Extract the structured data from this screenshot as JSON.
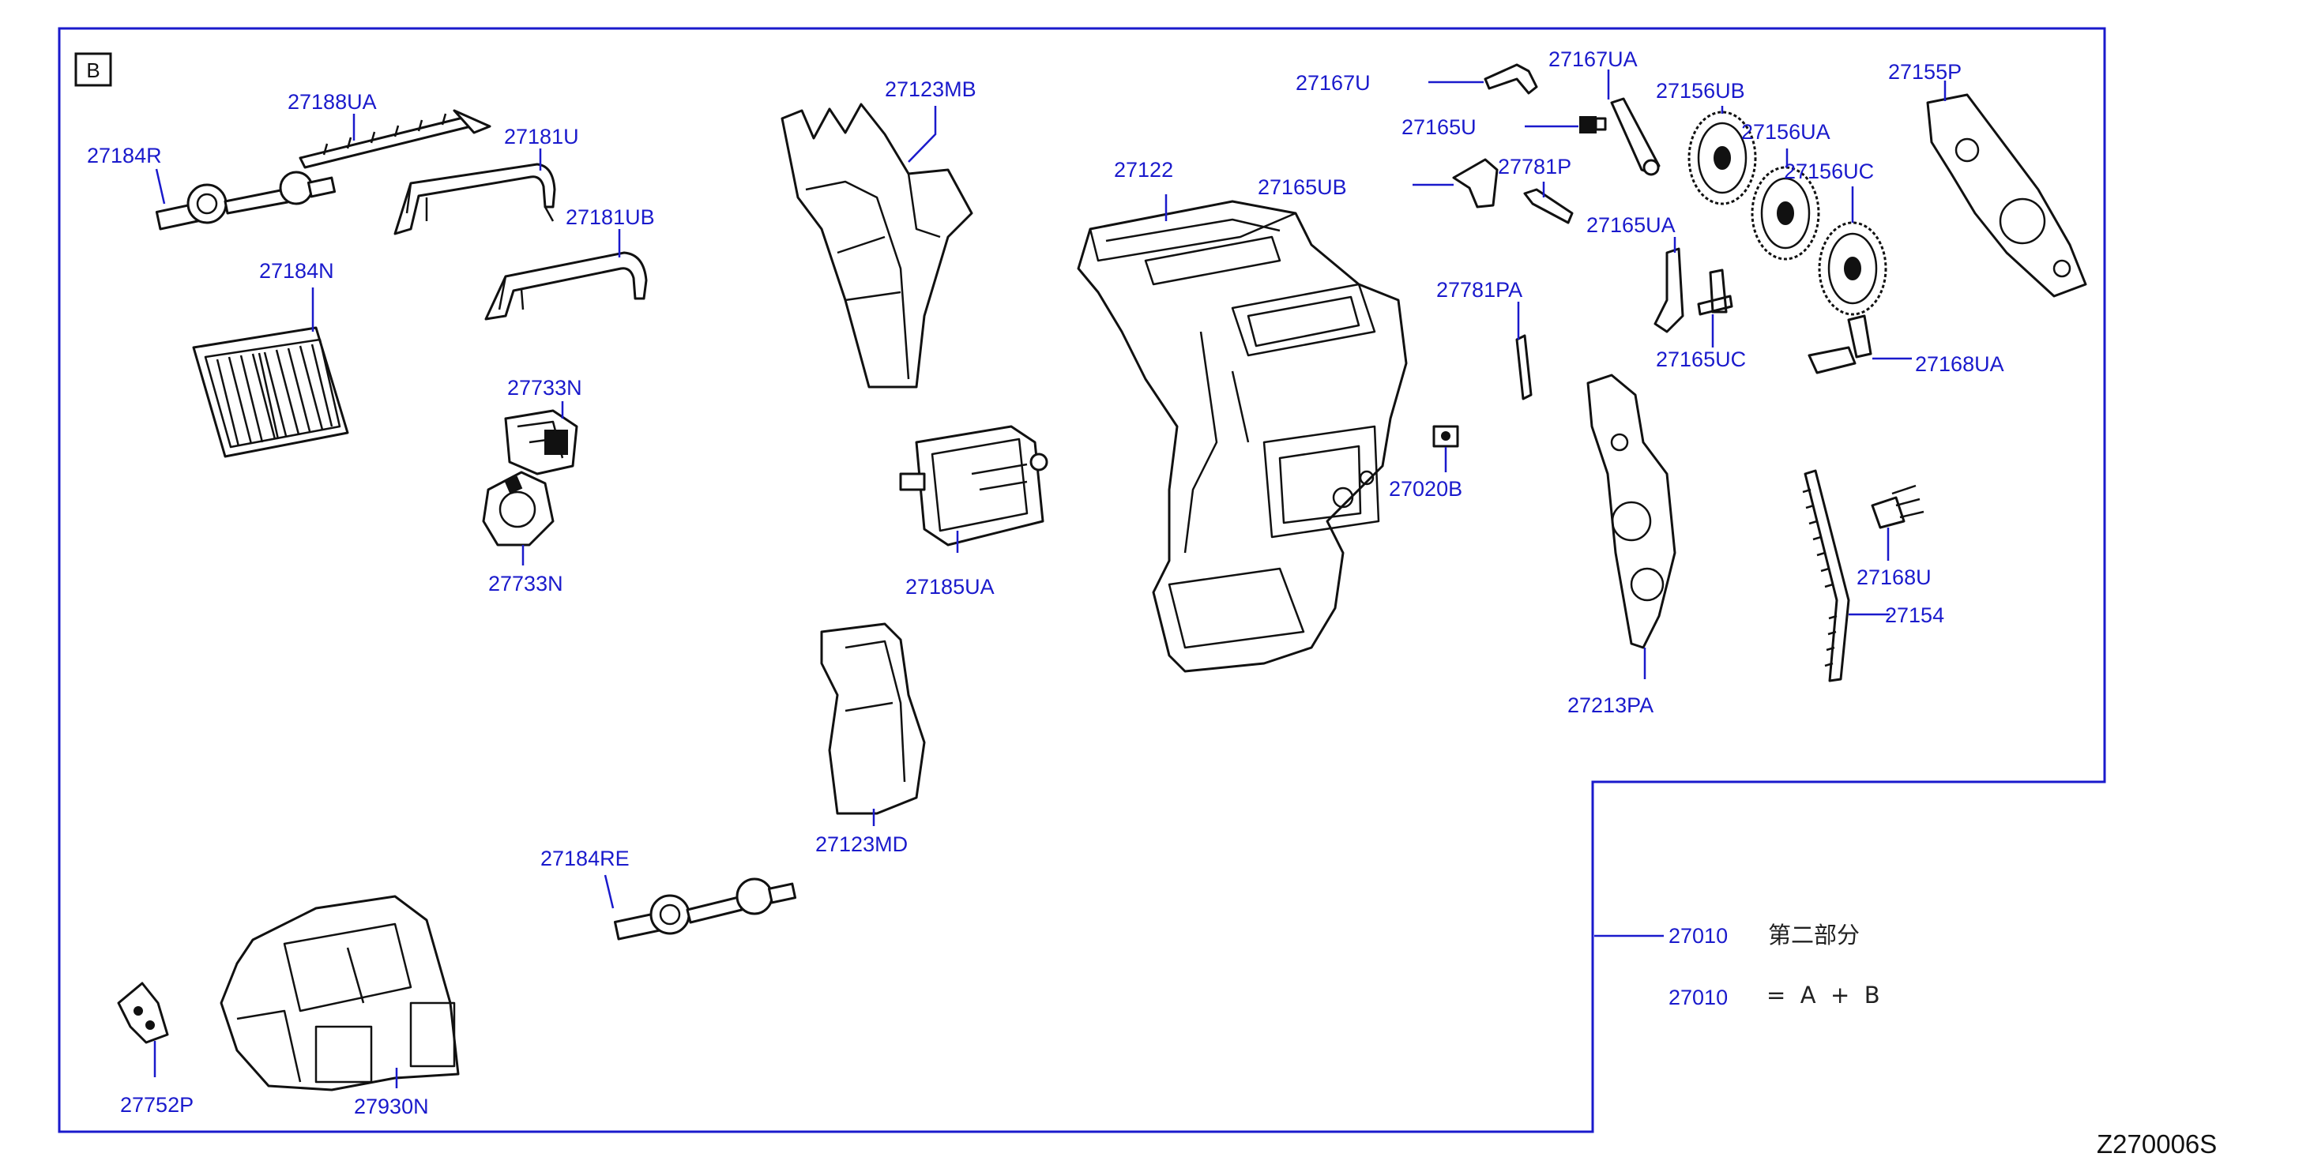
{
  "section_letter": "B",
  "labels": {
    "27188UA": "27188UA",
    "27184R": "27184R",
    "27181U": "27181U",
    "27181UB": "27181UB",
    "27184N": "27184N",
    "27733N_top": "27733N",
    "27733N_bottom": "27733N",
    "27123MB": "27123MB",
    "27185UA": "27185UA",
    "27122": "27122",
    "27165UB": "27165UB",
    "27167U": "27167U",
    "27167UA": "27167UA",
    "27165U": "27165U",
    "27781P": "27781P",
    "27156UB": "27156UB",
    "27156UA": "27156UA",
    "27156UC": "27156UC",
    "27155P": "27155P",
    "27165UA": "27165UA",
    "27165UC": "27165UC",
    "27168UA": "27168UA",
    "27781PA": "27781PA",
    "27020B": "27020B",
    "27213PA": "27213PA",
    "27168U": "27168U",
    "27154": "27154",
    "27123MD": "27123MD",
    "27184RE": "27184RE",
    "27752P": "27752P",
    "27930N": "27930N"
  },
  "notes": {
    "line1_code": "27010",
    "line1_text": "第二部分",
    "line2_code": "27010",
    "line2_text": "=  A  +  B"
  },
  "diagram_ref": "Z270006S"
}
